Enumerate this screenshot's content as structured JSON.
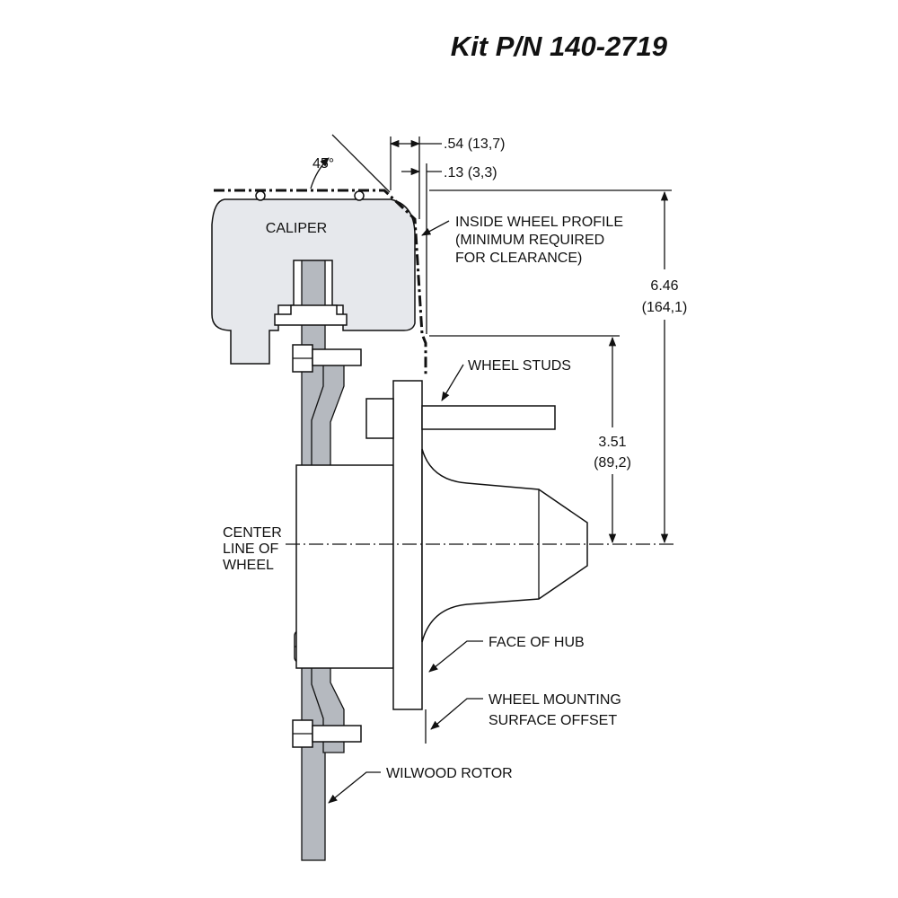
{
  "title": "Kit P/N 140-2719",
  "labels": {
    "caliper": "CALIPER",
    "angle": "45°",
    "dim_54": ".54 (13,7)",
    "dim_13": ".13 (3,3)",
    "inside_profile_1": "INSIDE WHEEL PROFILE",
    "inside_profile_2": "(MINIMUM REQUIRED",
    "inside_profile_3": "FOR CLEARANCE)",
    "dim_646": "6.46",
    "dim_1641": "(164,1)",
    "wheel_studs": "WHEEL STUDS",
    "dim_351": "3.51",
    "dim_892": "(89,2)",
    "center_1": "CENTER",
    "center_2": "LINE OF",
    "center_3": "WHEEL",
    "face_of_hub": "FACE OF HUB",
    "offset_1": "WHEEL MOUNTING",
    "offset_2": "SURFACE OFFSET",
    "rotor": "WILWOOD ROTOR"
  }
}
